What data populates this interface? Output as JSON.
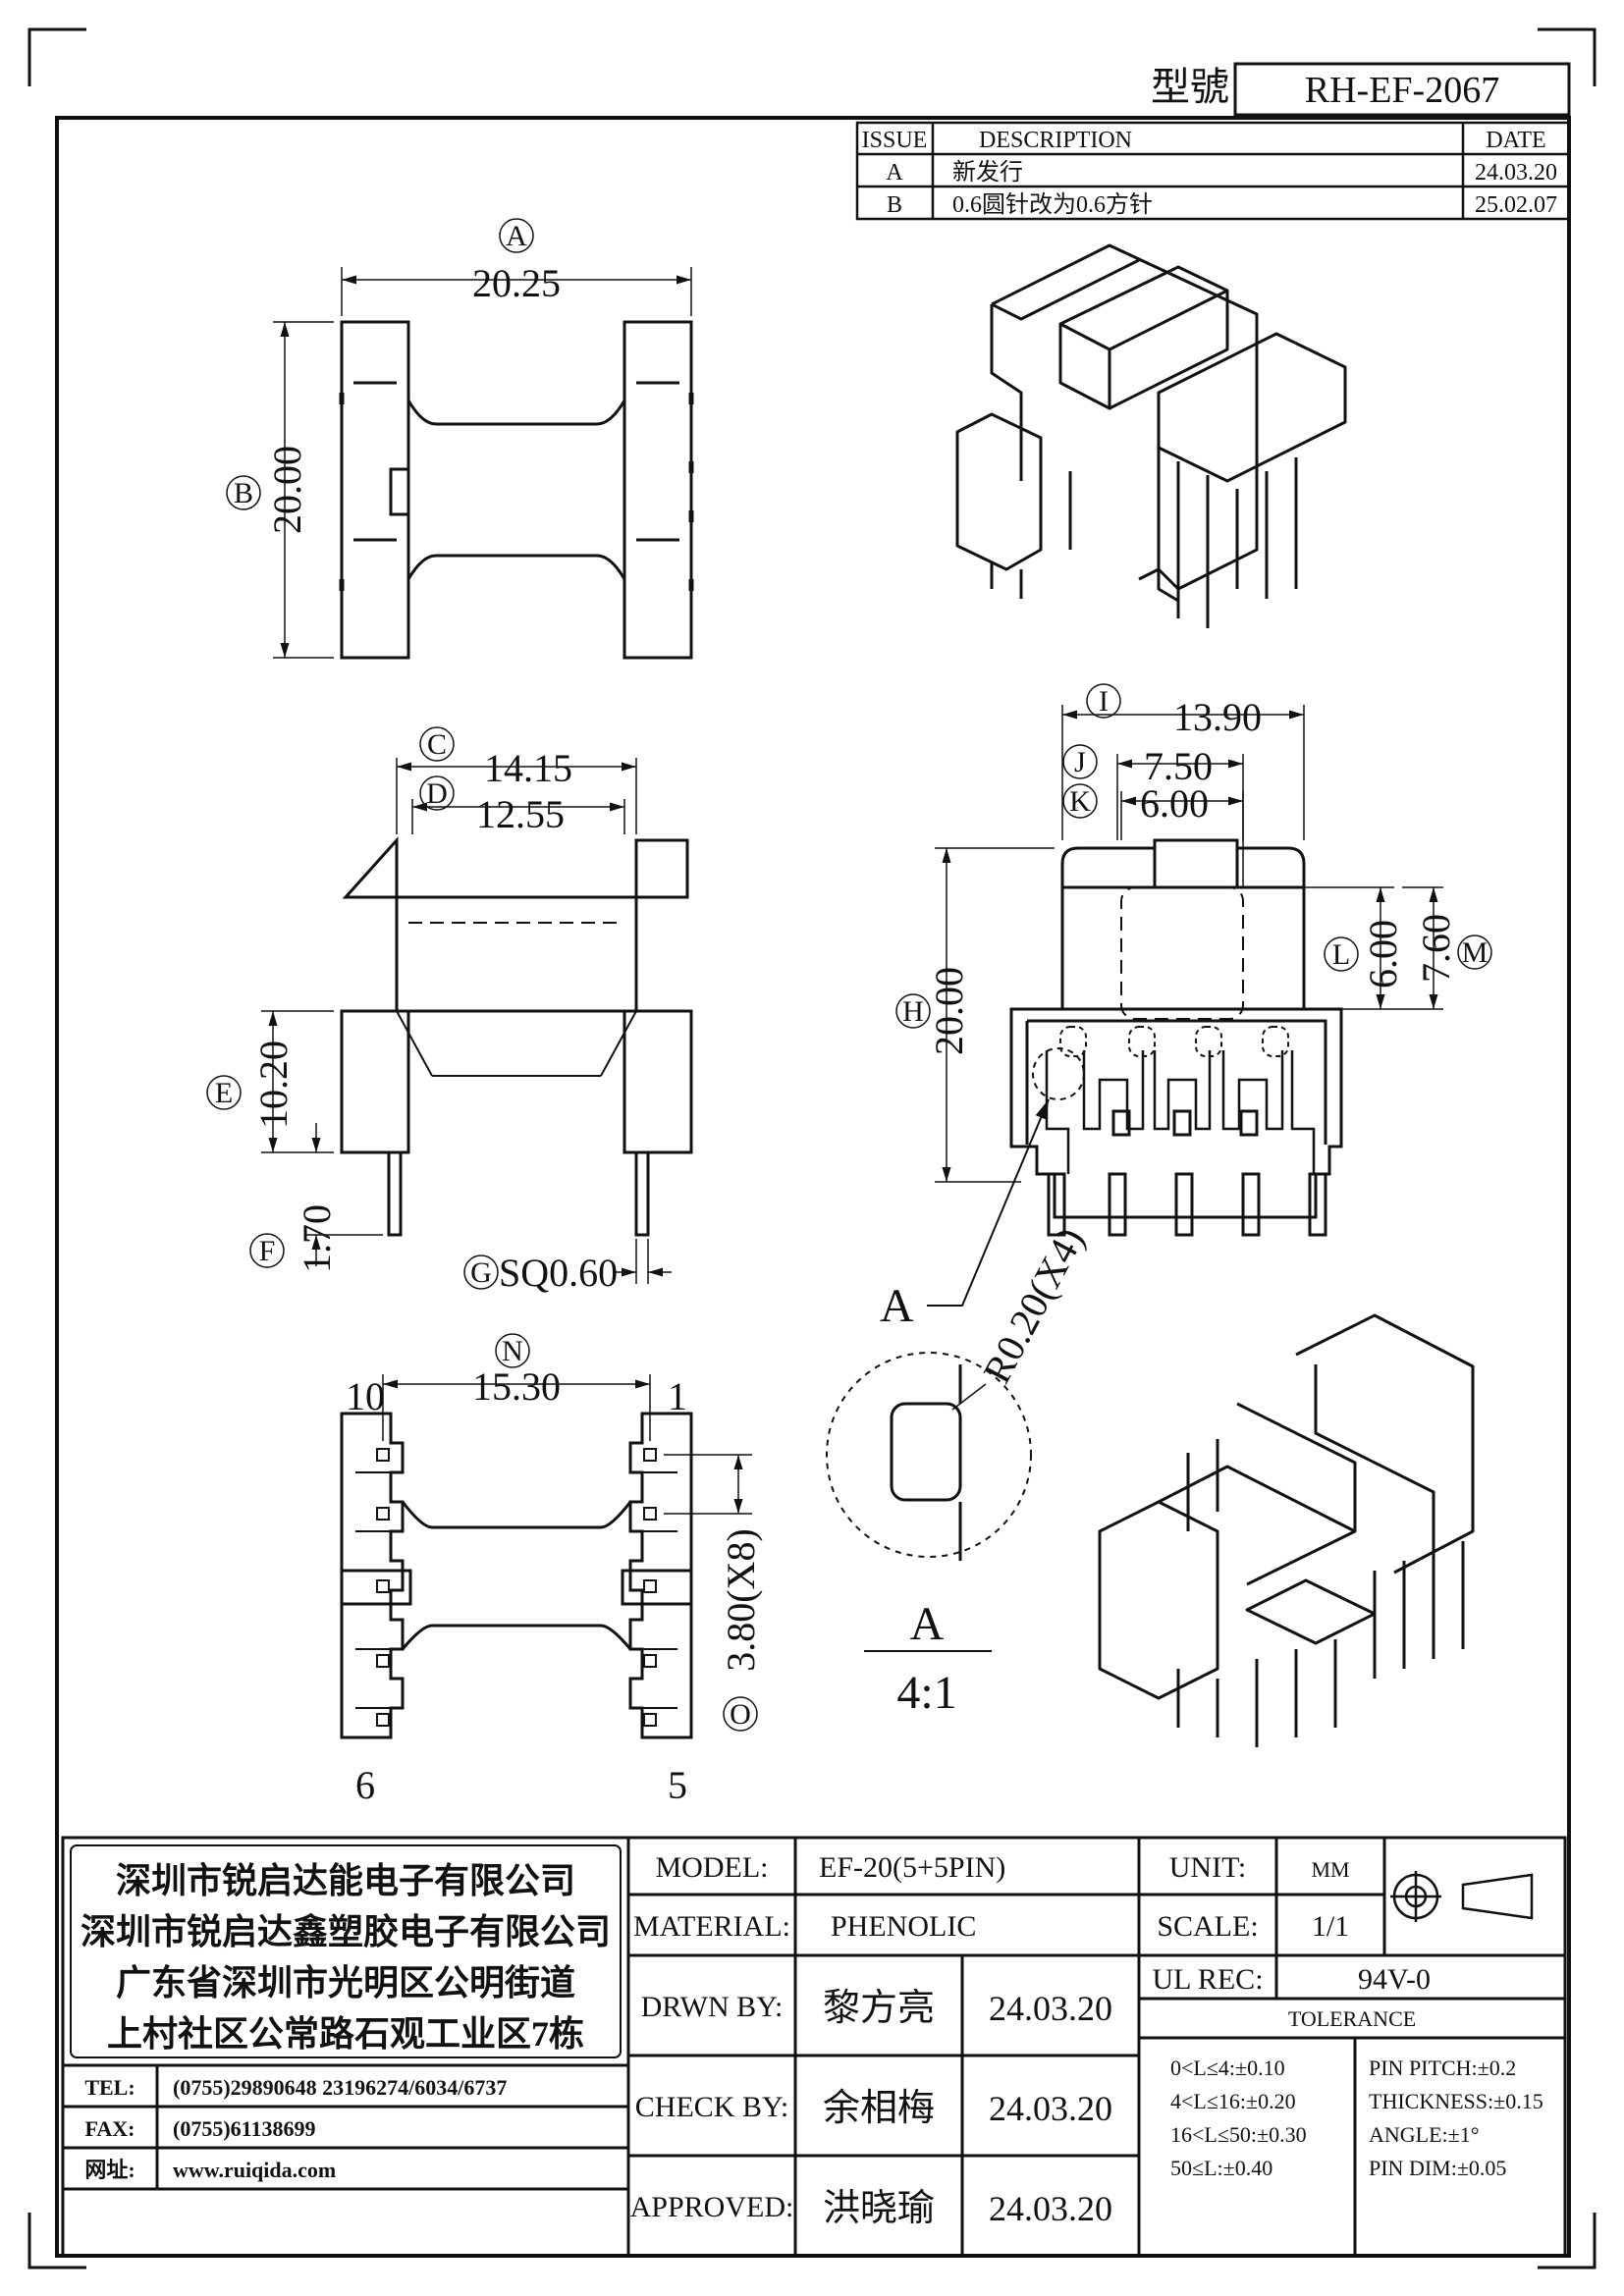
{
  "model_label": "型號",
  "model_no": "RH-EF-2067",
  "revisions": {
    "headers": [
      "ISSUE",
      "DESCRIPTION",
      "DATE"
    ],
    "rows": [
      {
        "issue": "A",
        "desc": "新发行",
        "date": "24.03.20"
      },
      {
        "issue": "B",
        "desc": "0.6圆针改为0.6方针",
        "date": "25.02.07"
      }
    ]
  },
  "dims": {
    "a_label": "A",
    "a_value": "20.25",
    "b_label": "B",
    "b_value": "20.00",
    "c_label": "C",
    "c_value": "14.15",
    "d_label": "D",
    "d_value": "12.55",
    "e_label": "E",
    "e_value": "10.20",
    "f_label": "F",
    "f_value": "1.70",
    "g_label": "G",
    "g_value": "SQ0.60",
    "h_label": "H",
    "h_value": "20.00",
    "i_label": "I",
    "i_value": "13.90",
    "j_label": "J",
    "j_value": "7.50",
    "k_label": "K",
    "k_value": "6.00",
    "l_label": "L",
    "l_value": "6.00",
    "m_label": "M",
    "m_value": "7.60",
    "n_label": "N",
    "n_value": "15.30",
    "o_label": "O",
    "o_value": "3.80(X8)"
  },
  "pins": {
    "p10": "10",
    "p1": "1",
    "p6": "6",
    "p5": "5"
  },
  "detail": {
    "callout": "A",
    "radius": "R0.20(X4)",
    "title": "A",
    "scale": "4:1"
  },
  "company": {
    "line1": "深圳市锐启达能电子有限公司",
    "line2": "深圳市锐启达鑫塑胶电子有限公司",
    "line3": "广东省深圳市光明区公明街道",
    "line4": "上村社区公常路石观工业区7栋"
  },
  "contact": {
    "tel_label": "TEL:",
    "tel_value": "(0755)29890648  23196274/6034/6737",
    "fax_label": "FAX:",
    "fax_value": "(0755)61138699",
    "web_label": "网址:",
    "web_value": "www.ruiqida.com"
  },
  "title_block": {
    "model_label": "MODEL:",
    "model_value": "EF-20(5+5PIN)",
    "material_label": "MATERIAL:",
    "material_value": "PHENOLIC",
    "drawn_label": "DRWN BY:",
    "drawn_name": "黎方亮",
    "drawn_date": "24.03.20",
    "check_label": "CHECK BY:",
    "check_name": "余相梅",
    "check_date": "24.03.20",
    "approved_label": "APPROVED:",
    "approved_name": "洪晓瑜",
    "approved_date": "24.03.20",
    "unit_label": "UNIT:",
    "unit_value": "MM",
    "scale_label": "SCALE:",
    "scale_value": "1/1",
    "ul_label": "UL REC:",
    "ul_value": "94V-0",
    "tolerance_title": "TOLERANCE",
    "tol1": "0<L≤4:±0.10",
    "tol2": "4<L≤16:±0.20",
    "tol3": "16<L≤50:±0.30",
    "tol4": "50≤L:±0.40",
    "tol5": "PIN PITCH:±0.2",
    "tol6": "THICKNESS:±0.15",
    "tol7": "ANGLE:±1°",
    "tol8": "PIN DIM:±0.05"
  }
}
